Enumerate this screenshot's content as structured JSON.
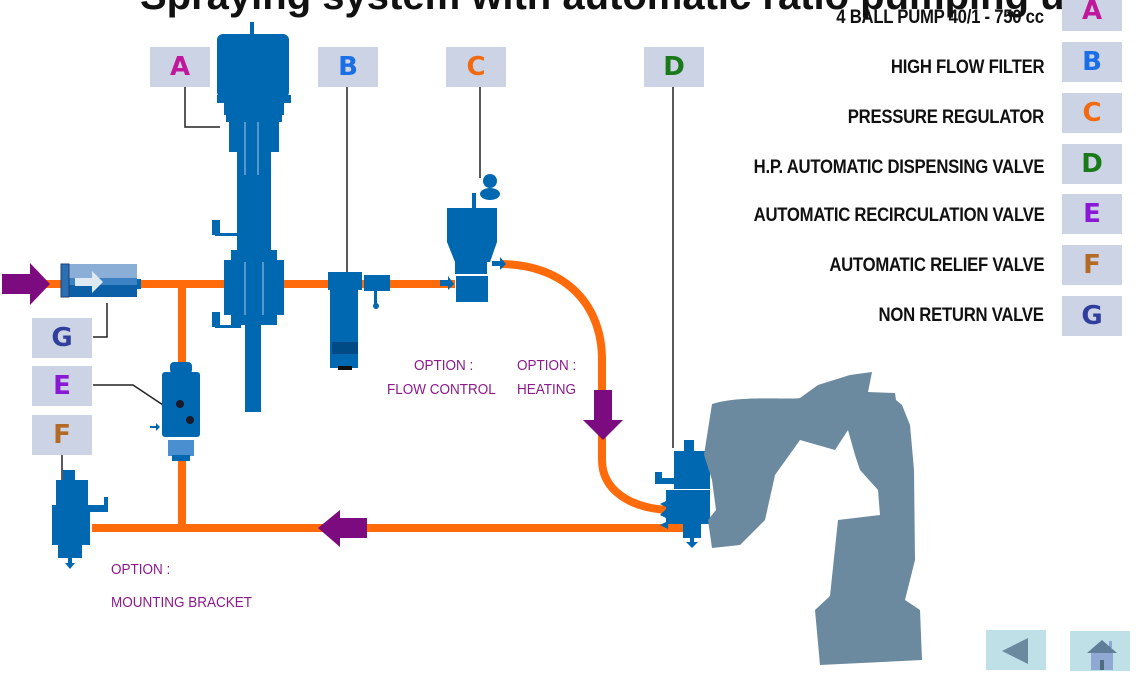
{
  "title": {
    "text": "Spraying system with automatic ratio pumping unit"
  },
  "colors": {
    "equipment_blue": "#0067b1",
    "pipe_orange": "#ff6a0a",
    "flow_arrow_purple": "#7b0b7f",
    "robot_gray": "#6b899f",
    "tag_bg": "#ccd3e5",
    "option_text": "#8b1a8c",
    "nav_bg": "#bfe0e6"
  },
  "tags": [
    {
      "letter": "A",
      "color": "#c0189a",
      "name": "4 BALL PUMP 40/1 - 750 cc"
    },
    {
      "letter": "B",
      "color": "#1a6fe6",
      "name": "HIGH FLOW FILTER"
    },
    {
      "letter": "C",
      "color": "#f26a10",
      "name": "PRESSURE REGULATOR"
    },
    {
      "letter": "D",
      "color": "#1a7a1a",
      "name": "H.P. AUTOMATIC DISPENSING VALVE"
    },
    {
      "letter": "E",
      "color": "#8a19d6",
      "name": "AUTOMATIC RECIRCULATION VALVE"
    },
    {
      "letter": "F",
      "color": "#b26a25",
      "name": "AUTOMATIC RELIEF VALVE"
    },
    {
      "letter": "G",
      "color": "#303f9c",
      "name": "NON RETURN VALVE"
    }
  ],
  "options": {
    "flow_control": {
      "line1": "OPTION :",
      "line2": "FLOW CONTROL"
    },
    "heating": {
      "line1": "OPTION :",
      "line2": "HEATING"
    },
    "mounting_bracket": {
      "line1": "OPTION :",
      "line2": "MOUNTING BRACKET"
    }
  },
  "nav": {
    "back": {
      "icon": "triangle-left-icon",
      "label": "Back"
    },
    "home": {
      "icon": "home-icon",
      "label": "Home"
    }
  }
}
